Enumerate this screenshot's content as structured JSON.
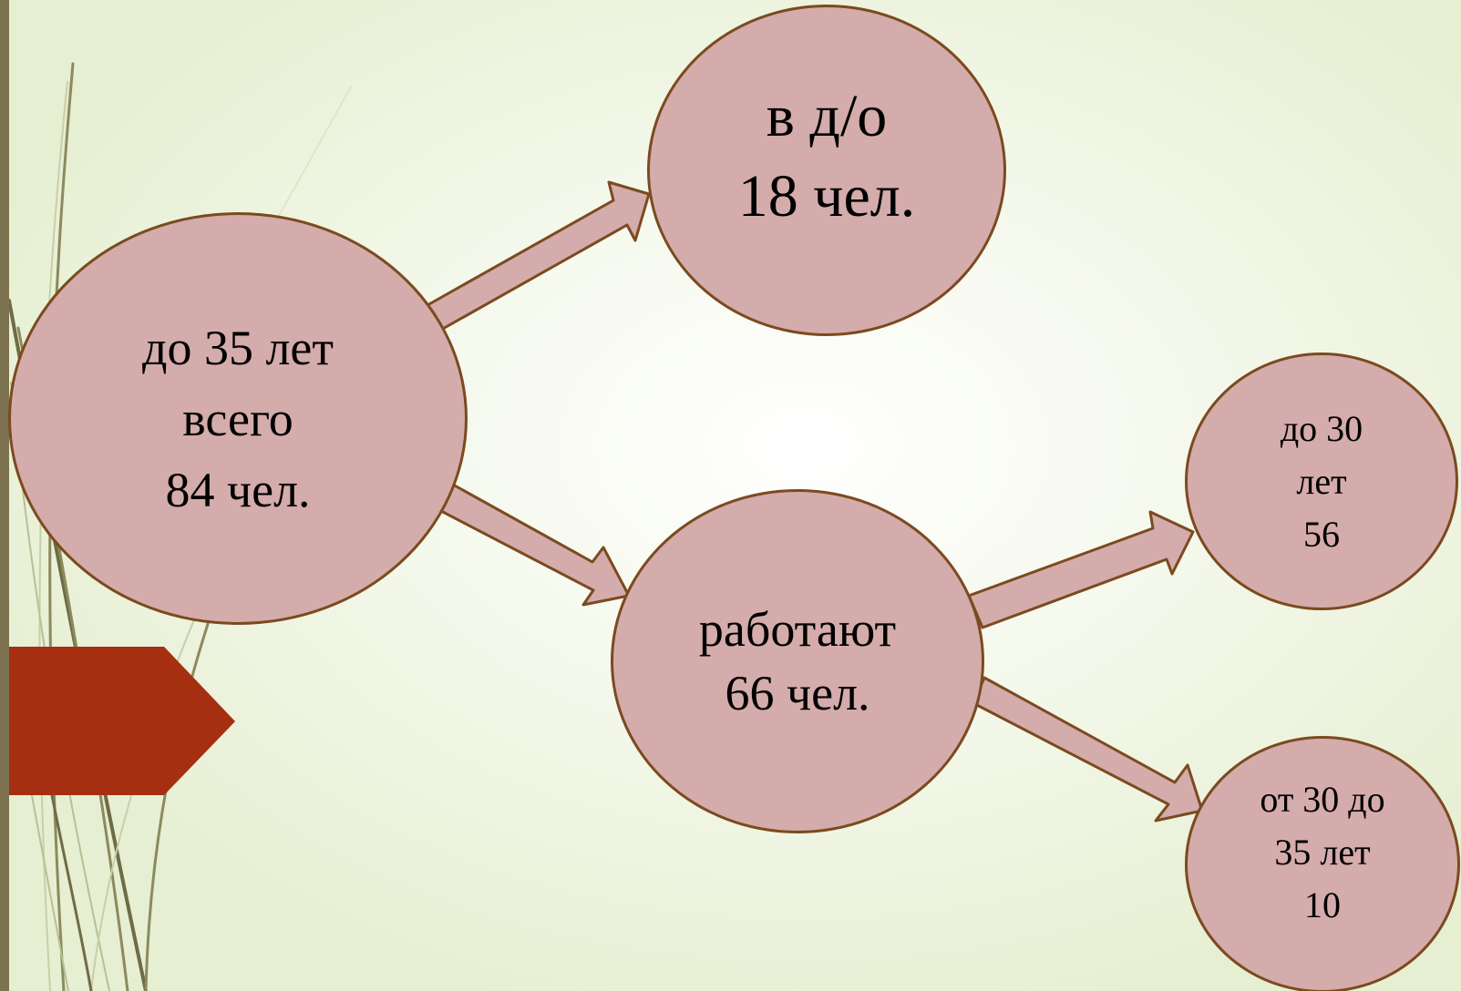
{
  "diagram": {
    "nodes": {
      "total": {
        "lines": [
          "до 35 лет",
          "всего",
          "84 чел."
        ]
      },
      "do": {
        "lines": [
          "в д/о",
          "18 чел."
        ]
      },
      "work": {
        "lines": [
          "работают",
          "66 чел."
        ]
      },
      "u30": {
        "lines": [
          "до 30",
          "лет",
          "56"
        ]
      },
      "to35": {
        "lines": [
          "от 30 до",
          "35 лет",
          "10"
        ]
      }
    },
    "edges": [
      {
        "from": "total",
        "to": "do"
      },
      {
        "from": "total",
        "to": "work"
      },
      {
        "from": "work",
        "to": "u30"
      },
      {
        "from": "work",
        "to": "to35"
      }
    ]
  },
  "colors": {
    "node_fill": "#d4acab",
    "node_border": "#7b4a1f",
    "arrow_fill": "#d4acab",
    "arrow_stroke": "#7b4a1f",
    "accent_tag": "#a52f10",
    "left_bar": "#7d7350"
  }
}
